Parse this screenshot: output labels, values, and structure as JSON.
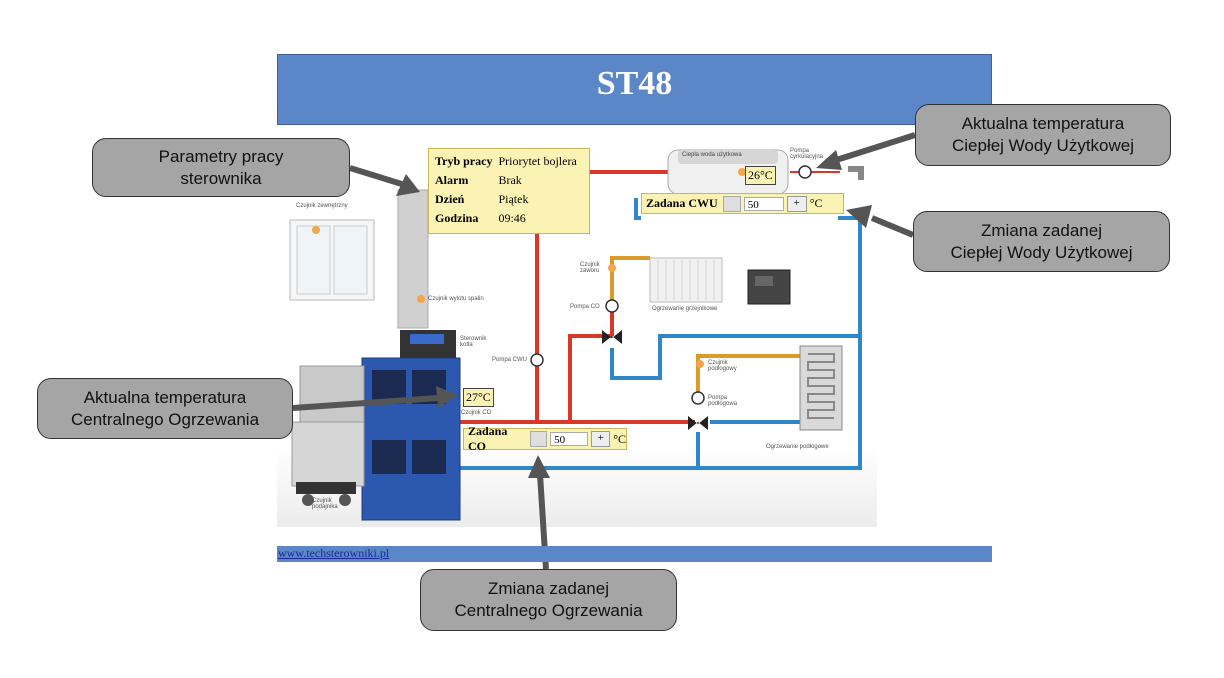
{
  "header": {
    "title": "ST48"
  },
  "footer": {
    "link": "www.techsterowniki.pl"
  },
  "params": {
    "rows": [
      {
        "key": "Tryb pracy",
        "value": "Priorytet bojlera"
      },
      {
        "key": "Alarm",
        "value": "Brak"
      },
      {
        "key": "Dzień",
        "value": "Piątek"
      },
      {
        "key": "Godzina",
        "value": "09:46"
      }
    ]
  },
  "cwu_setpoint": {
    "label": "Zadana CWU",
    "value": "50",
    "plus": "+",
    "unit": "°C"
  },
  "co_setpoint": {
    "label": "Zadana CO",
    "value": "50",
    "plus": "+",
    "unit": "°C"
  },
  "temps": {
    "co": "27°C",
    "cwu": "26°C"
  },
  "diagram_labels": {
    "tank": "Ciepła woda użytkowa",
    "cwu_pump": "Pompa cyrkulacyjna",
    "outdoor_sensor": "Czujnik zewnętrzny",
    "flue_sensor": "Czujnik wylotu spalin",
    "controller": "Sterownik kotła",
    "pump_cwu": "Pompa CWU",
    "co_sensor": "Czujnik CO",
    "feeder_sensor": "Czujnik podajnika",
    "valve_sensor": "Czujnik zaworu",
    "pump_co": "Pompa CO",
    "radiators": "Ogrzewanie grzejnikowe",
    "floor_sensor": "Czujnik podłogowy",
    "floor_pump": "Pompa podłogowa",
    "floor_heating": "Ogrzewanie podłogowe"
  },
  "callouts": {
    "params": [
      "Parametry pracy",
      "sterownika"
    ],
    "cwu_temp": [
      "Aktualna temperatura",
      "Ciepłej Wody Użytkowej"
    ],
    "cwu_set": [
      "Zmiana zadanej",
      "Ciepłej Wody Użytkowej"
    ],
    "co_temp": [
      "Aktualna temperatura",
      "Centralnego Ogrzewania"
    ],
    "co_set": [
      "Zmiana zadanej",
      "Centralnego Ogrzewania"
    ]
  },
  "colors": {
    "header": "#5b86c8",
    "hot_pipe": "#d8372a",
    "cold_pipe": "#2f86c8",
    "boiler": "#2c58b0",
    "callout": "#a5a5a5"
  }
}
